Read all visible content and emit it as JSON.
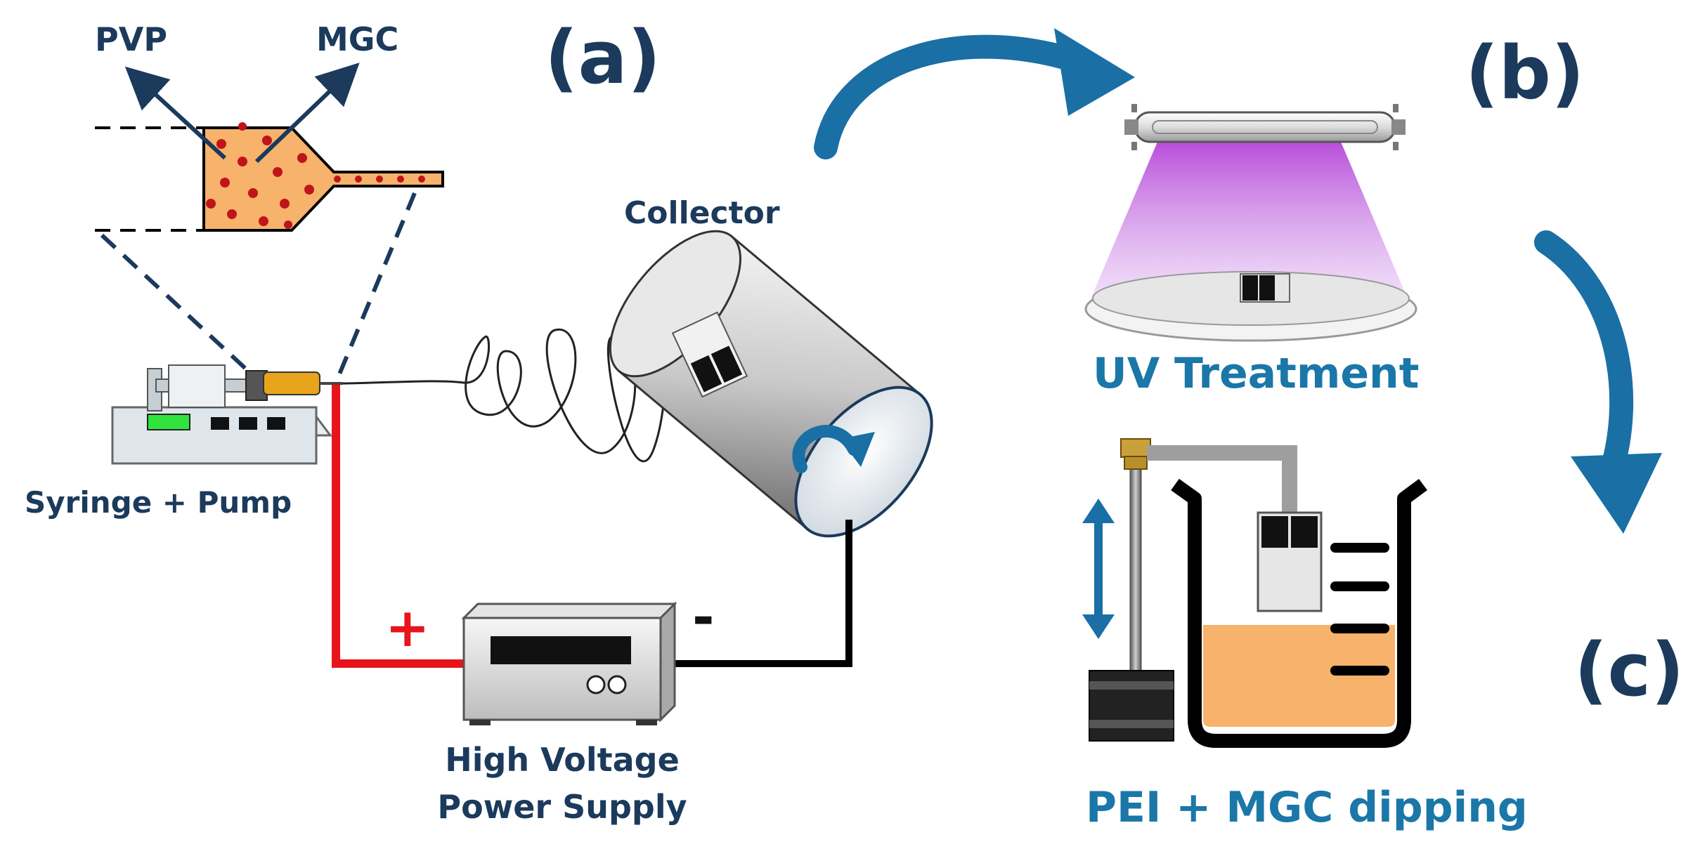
{
  "panels": {
    "a": "(a)",
    "b": "(b)",
    "c": "(c)"
  },
  "labels": {
    "pvp": "PVP",
    "mgc": "MGC",
    "collector": "Collector",
    "syringe_pump": "Syringe + Pump",
    "hv_line1": "High Voltage",
    "hv_line2": "Power Supply",
    "uv_treatment": "UV  Treatment",
    "dipping": "PEI + MGC dipping",
    "plus": "+",
    "minus": "-"
  },
  "colors": {
    "navy_text": "#1b3a5c",
    "teal_text": "#1a77a8",
    "flow_arrow": "#1a6fa5",
    "positive_wire": "#e8141b",
    "negative_wire": "#000000",
    "solution": "#f7b26b",
    "particles": "#c0141b",
    "uv_light": "#b23ed6",
    "pump_display": "#31e33d"
  },
  "icons": [
    "uv-lamp-icon",
    "petri-dish-icon",
    "beaker-icon",
    "stepper-motor-icon",
    "rotation-arrow-icon",
    "sensor-chip-icon"
  ]
}
